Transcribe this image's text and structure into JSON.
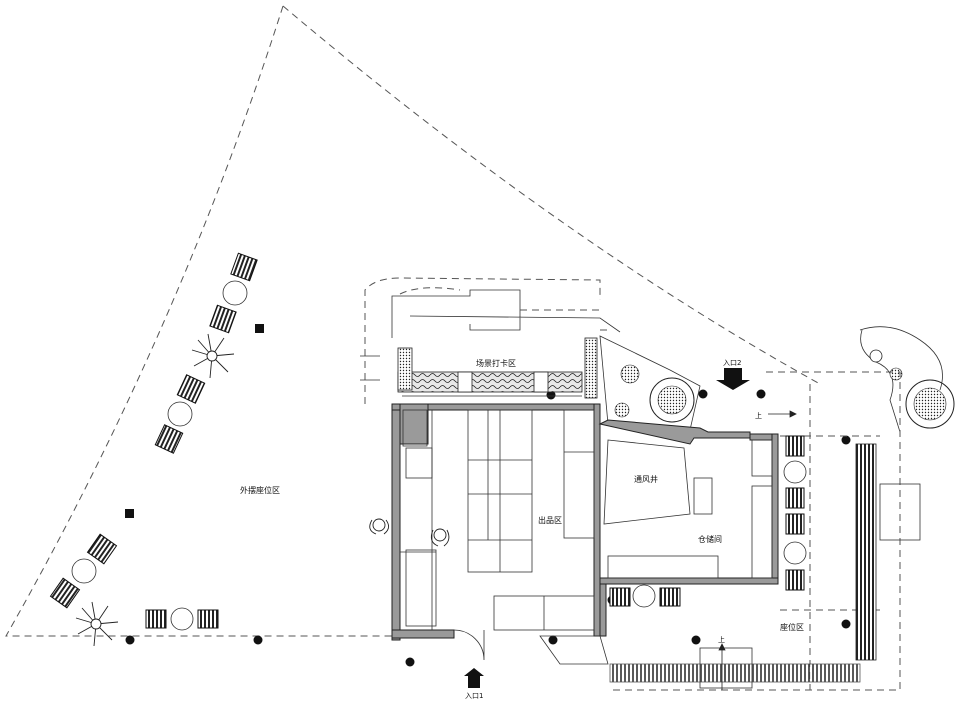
{
  "labels": {
    "outdoor_seating": "外摆座位区",
    "scene_checkin": "场景打卡区",
    "serving_area": "出品区",
    "vent_shaft": "通风井",
    "storage_room": "仓储间",
    "seating_area": "座位区",
    "entrance_1": "入口1",
    "entrance_2": "入口2",
    "up_1": "上",
    "up_2": "上"
  },
  "icons": {
    "arrow_color": "#111111",
    "wall_color": "#9a9a9a"
  }
}
